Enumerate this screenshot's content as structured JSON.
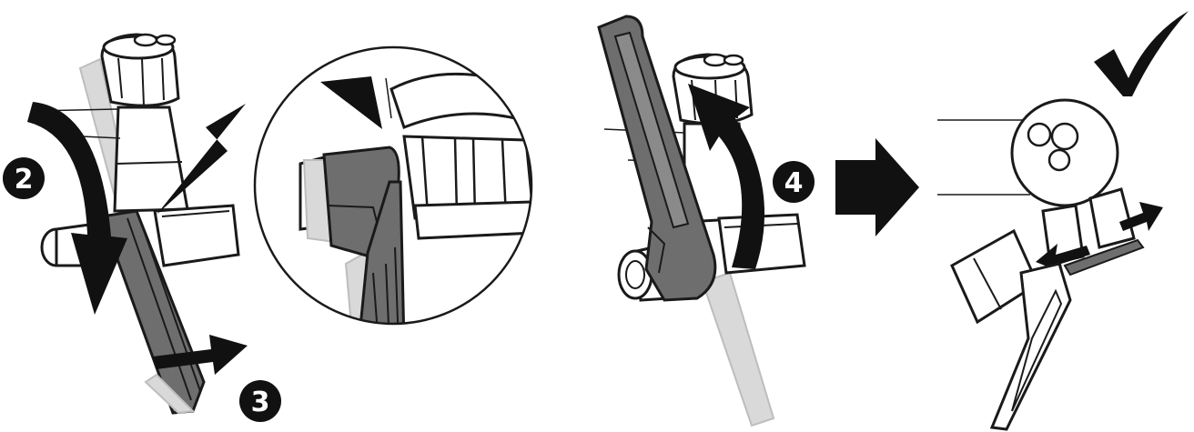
{
  "steps": {
    "two": "2",
    "three": "3",
    "four": "4"
  },
  "colors": {
    "line": "#1a1a1a",
    "dark_part": "#6e6e6e",
    "mid_part": "#8a8a8a",
    "ghost": "#d9d9d9",
    "ghost_stroke": "#bdbdbd",
    "arrow": "#111111",
    "badge": "#111111"
  },
  "icons": {
    "final": "checkmark-icon"
  }
}
